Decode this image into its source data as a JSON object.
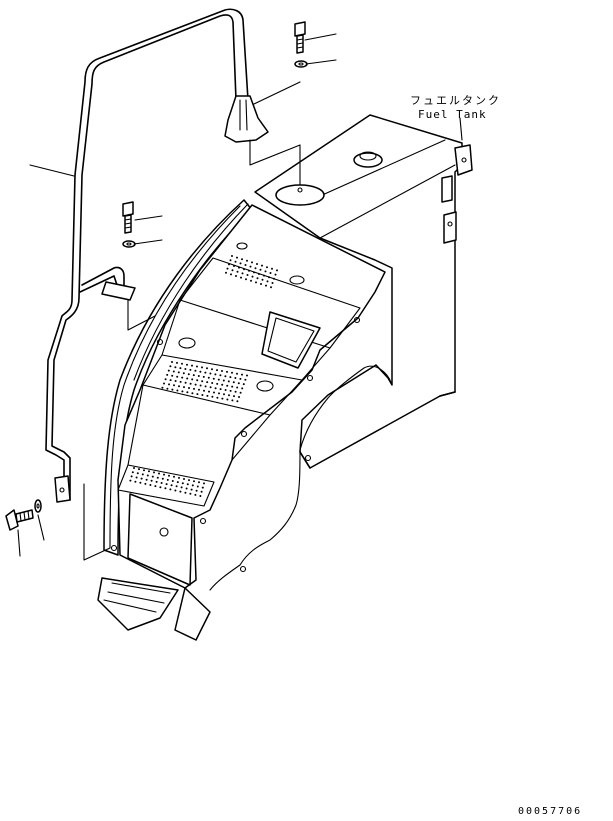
{
  "labels": {
    "fuel_tank_jp": "フュエルタンク",
    "fuel_tank_en": "Fuel Tank"
  },
  "drawing_number": "00057706"
}
